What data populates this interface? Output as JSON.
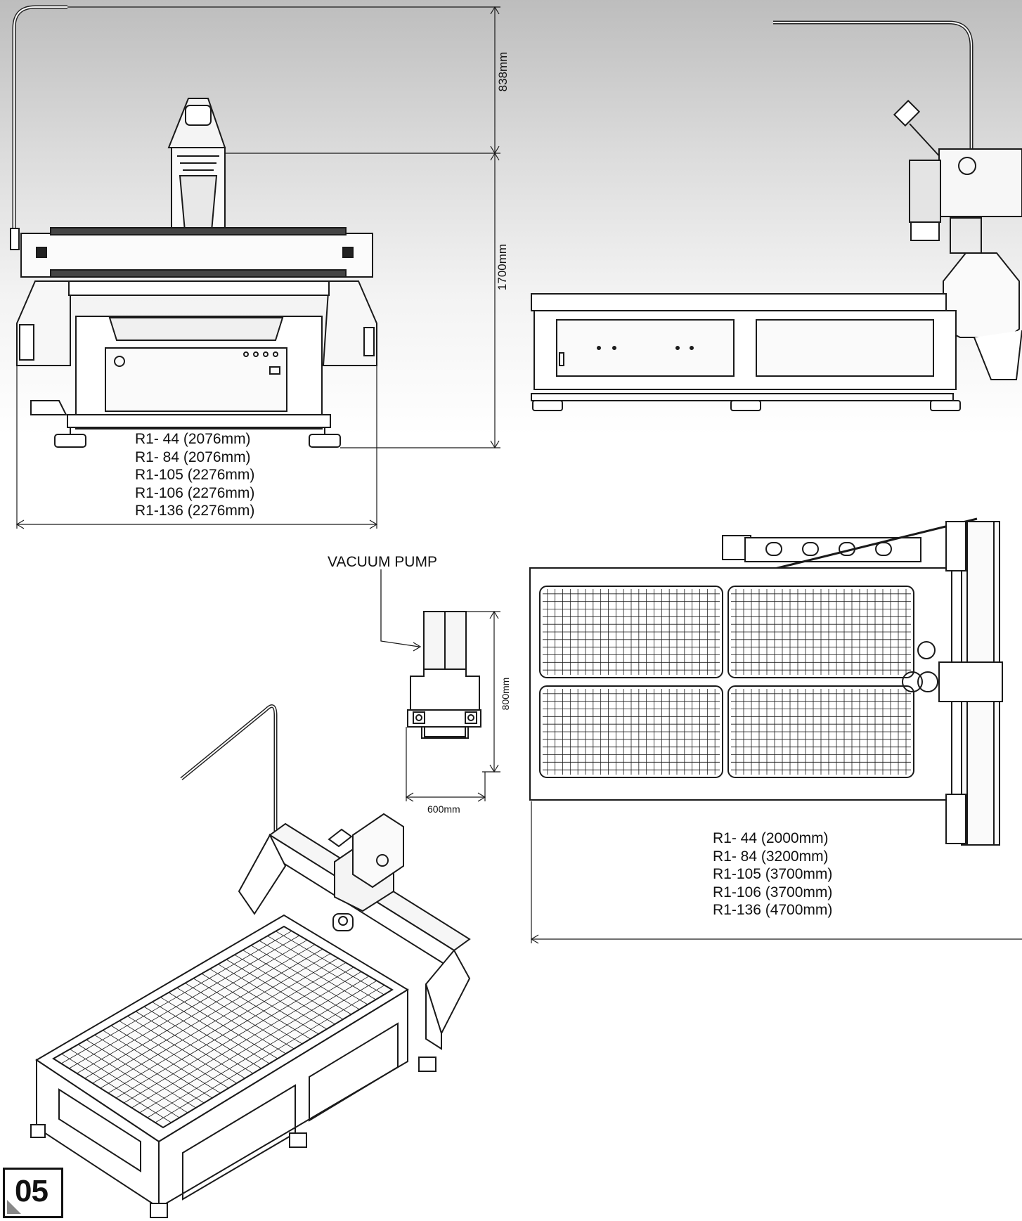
{
  "front_view": {
    "height_upper": "838mm",
    "height_lower": "1700mm",
    "width_specs": [
      "R1- 44 (2076mm)",
      "R1- 84 (2076mm)",
      "R1-105 (2276mm)",
      "R1-106 (2276mm)",
      "R1-136 (2276mm)"
    ]
  },
  "top_view": {
    "length_specs": [
      "R1- 44 (2000mm)",
      "R1- 84 (3200mm)",
      "R1-105 (3700mm)",
      "R1-106 (3700mm)",
      "R1-136 (4700mm)"
    ]
  },
  "vacuum_pump": {
    "title": "VACUUM PUMP",
    "height": "800mm",
    "width": "600mm"
  },
  "page": {
    "number": "05"
  }
}
